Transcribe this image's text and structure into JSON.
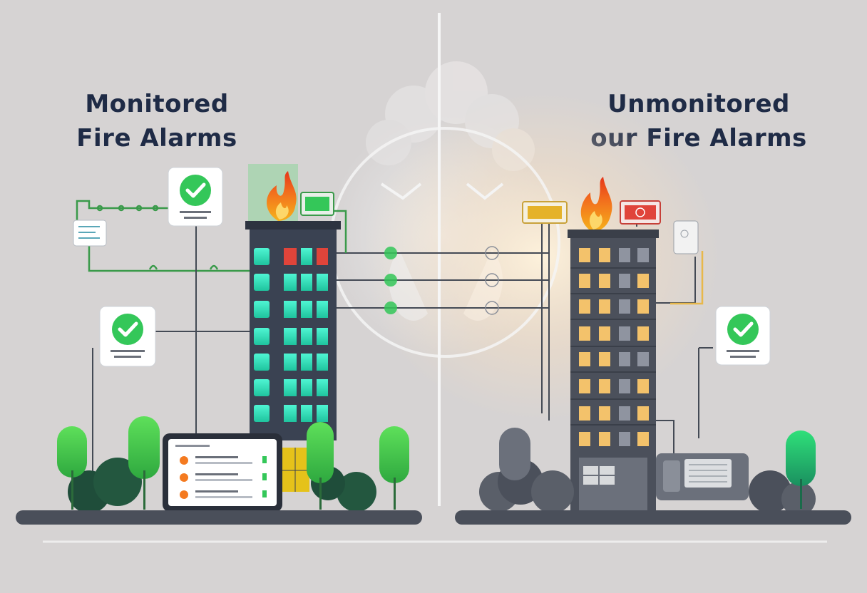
{
  "left_panel": {
    "title_line1": "Monitored",
    "title_line2": "Fire Alarms",
    "status": "monitored",
    "check_icon": "check-circle-icon",
    "flame_icon": "flame-icon",
    "device": "tablet-dashboard"
  },
  "right_panel": {
    "title_line1": "Unmonitored",
    "title_line2": "our Fire Alarms",
    "status": "unmonitored",
    "check_icon": "check-circle-icon",
    "flame_icon": "flame-icon",
    "device": "control-unit"
  },
  "colors": {
    "background": "#d6d3d3",
    "title": "#1f2b46",
    "monitored_accent": "#34c759",
    "building_dark": "#3a4252",
    "window_cyan": "#2ee6c0",
    "window_amber": "#f3c26b",
    "alert_red": "#e0443a",
    "flame_orange": "#f47a20",
    "ground": "#4a4f5a"
  }
}
